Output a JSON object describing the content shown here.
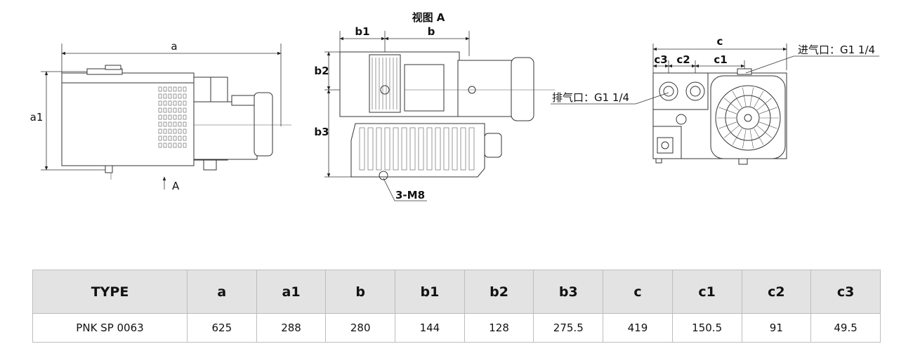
{
  "drawing": {
    "view_title": "视图 A",
    "view_arrow_label": "A",
    "side_view": {
      "dim_length": "a",
      "dim_height": "a1"
    },
    "view_a": {
      "dim_b1": "b1",
      "dim_b": "b",
      "dim_b2": "b2",
      "dim_b3": "b3",
      "dim_3": "3",
      "mount_label": "3-M8"
    },
    "front_view": {
      "dim_c": "c",
      "dim_c1": "c1",
      "dim_c2": "c2",
      "dim_c3": "c3",
      "inlet_label": "进气口：G1 1/4",
      "exhaust_label": "排气口：G1 1/4"
    }
  },
  "spec_table": {
    "headers": [
      "TYPE",
      "a",
      "a1",
      "b",
      "b1",
      "b2",
      "b3",
      "c",
      "c1",
      "c2",
      "c3"
    ],
    "rows": [
      [
        "PNK SP 0063",
        "625",
        "288",
        "280",
        "144",
        "128",
        "275.5",
        "419",
        "150.5",
        "91",
        "49.5"
      ]
    ]
  }
}
